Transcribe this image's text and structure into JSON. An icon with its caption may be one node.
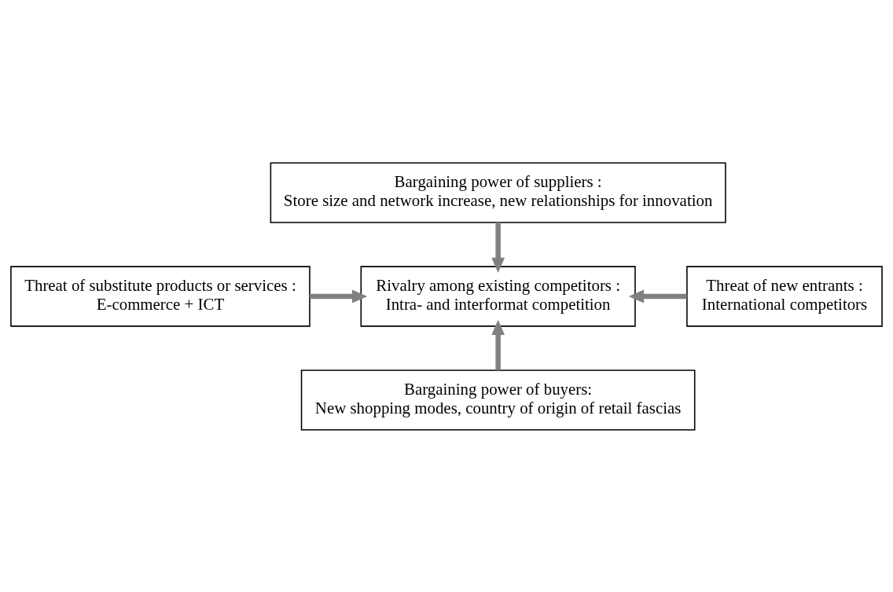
{
  "diagram": {
    "nodes": [
      {
        "text": [
          "Bargaining power of suppliers :",
          "Store size and network increase, new relationships for innovation"
        ]
      },
      {
        "text": [
          "Threat of substitute products or services :",
          "E-commerce + ICT"
        ]
      },
      {
        "text": [
          "Rivalry among existing competitors :",
          "Intra- and interformat competition"
        ]
      },
      {
        "text": [
          "Threat of new entrants :",
          "International competitors"
        ]
      },
      {
        "text": [
          "Bargaining power of buyers:",
          "New shopping modes, country of origin of retail fascias"
        ]
      }
    ],
    "edges": [
      {
        "from": 0,
        "to": 2,
        "arrow": "to"
      },
      {
        "from": 1,
        "to": 2,
        "arrow": "to"
      },
      {
        "from": 3,
        "to": 2,
        "arrow": "to"
      },
      {
        "from": 4,
        "to": 2,
        "arrow": "to"
      }
    ]
  }
}
